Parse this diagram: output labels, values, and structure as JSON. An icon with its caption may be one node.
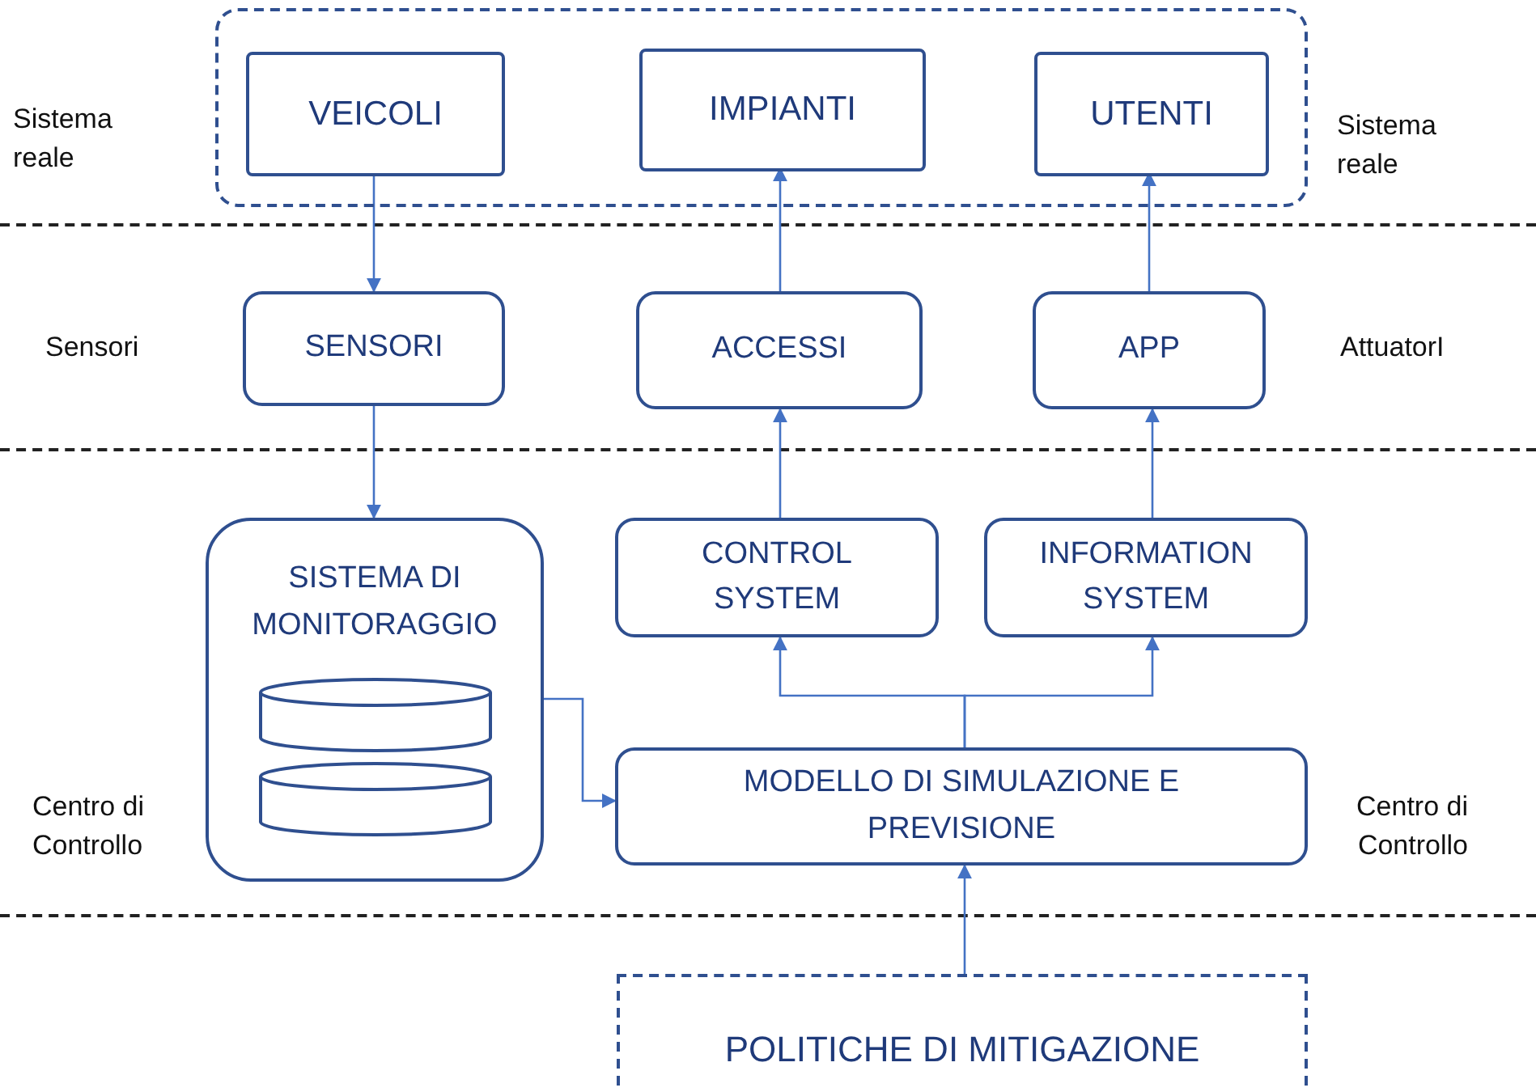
{
  "diagram": {
    "nodes": [
      {
        "text": [],
        "shape": "box"
      },
      {
        "text": [
          "VEICOLI"
        ],
        "in": 0
      },
      {
        "text": [
          "IMPIANTI"
        ],
        "in": 0
      },
      {
        "text": [
          "UTENTI"
        ],
        "in": 0
      },
      {
        "text": [
          "SENSORI"
        ]
      },
      {
        "text": [
          "ACCESSI"
        ]
      },
      {
        "text": [
          "APP"
        ]
      },
      {
        "text": [
          "SISTEMA DI MONITORAGGIO"
        ]
      },
      {
        "text": [
          "CONTROL SYSTEM"
        ]
      },
      {
        "text": [
          "INFORMATION SYSTEM"
        ]
      },
      {
        "text": [
          "MODELLO DI SIMULAZIONE E PREVISIONE"
        ]
      },
      {
        "text": [
          "POLITICHE DI MITIGAZIONE"
        ]
      }
    ],
    "edges": [
      {
        "from": 1,
        "to": 4,
        "arrow": "to"
      },
      {
        "from": 4,
        "to": 7,
        "arrow": "to"
      },
      {
        "from": 7,
        "to": 10,
        "arrow": "to"
      },
      {
        "from": 10,
        "to": 8,
        "arrow": "to"
      },
      {
        "from": 10,
        "to": 9,
        "arrow": "to"
      },
      {
        "from": 8,
        "to": 5,
        "arrow": "to"
      },
      {
        "from": 9,
        "to": 6,
        "arrow": "to"
      },
      {
        "from": 5,
        "to": 2,
        "arrow": "to"
      },
      {
        "from": 6,
        "to": 3,
        "arrow": "to"
      },
      {
        "from": 11,
        "to": 10,
        "arrow": "to"
      }
    ],
    "labels": [
      "Sistema reale",
      "Sistema reale",
      "Sensori",
      "AttuatorI",
      "Centro di Controllo",
      "Centro di Controllo"
    ]
  }
}
